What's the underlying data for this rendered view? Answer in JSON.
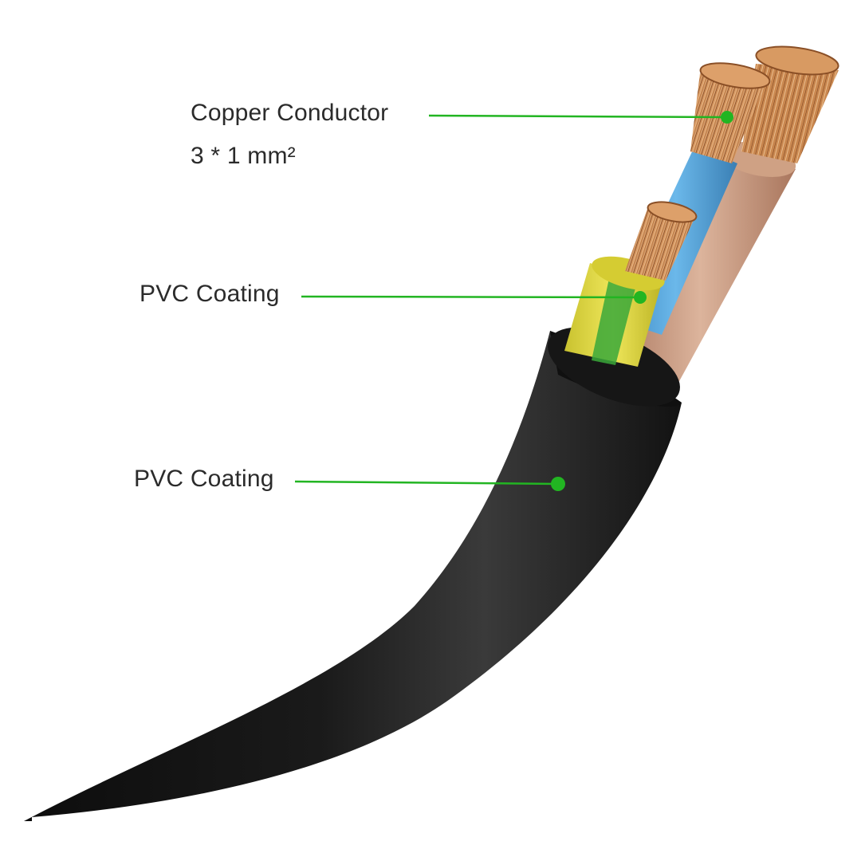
{
  "labels": {
    "copper_conductor": "Copper Conductor",
    "conductor_spec": "3 * 1 mm²",
    "inner_coating": "PVC Coating",
    "outer_coating": "PVC Coating"
  },
  "colors": {
    "leader_line": "#22b522",
    "outer_jacket": "#1c1c1c",
    "blue_insulation": "#4a9fd8",
    "brown_insulation": "#c99a80",
    "earth_yellow": "#d9d23a",
    "earth_green": "#3dae3d",
    "copper": "#c7824a",
    "label_text": "#2b2b2b"
  }
}
